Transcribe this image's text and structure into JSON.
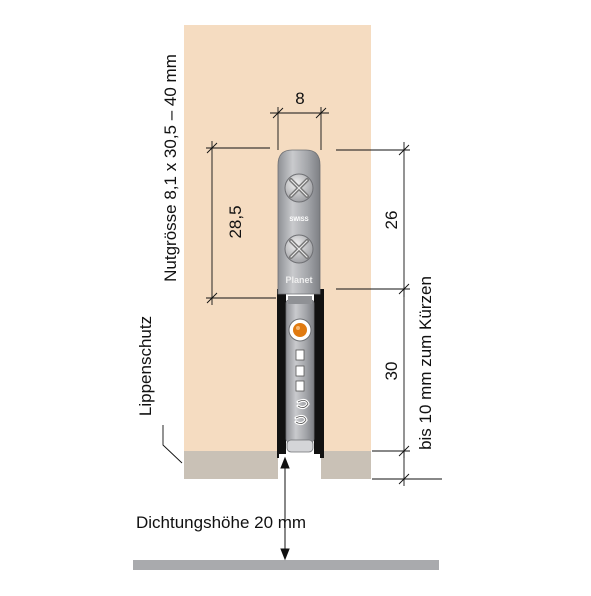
{
  "labels": {
    "width_dim": "8",
    "profile_height_dim": "28,5",
    "upper_dim": "26",
    "lower_dim": "30",
    "groove_size": "Nutgrösse 8,1 x 30,5 – 40 mm",
    "lip_protection": "Lippenschutz",
    "shortening": "bis 10 mm zum Kürzen",
    "seal_height": "Dichtungshöhe 20 mm",
    "brand_swiss": "SWISS",
    "brand_planet": "Planet"
  },
  "colors": {
    "door": "#f5dcc1",
    "lip_protection": "#c9c1b6",
    "profile": "#a7a9ad",
    "channel": "#111111",
    "accent": "#e07a10",
    "floor": "#a9aaad"
  }
}
